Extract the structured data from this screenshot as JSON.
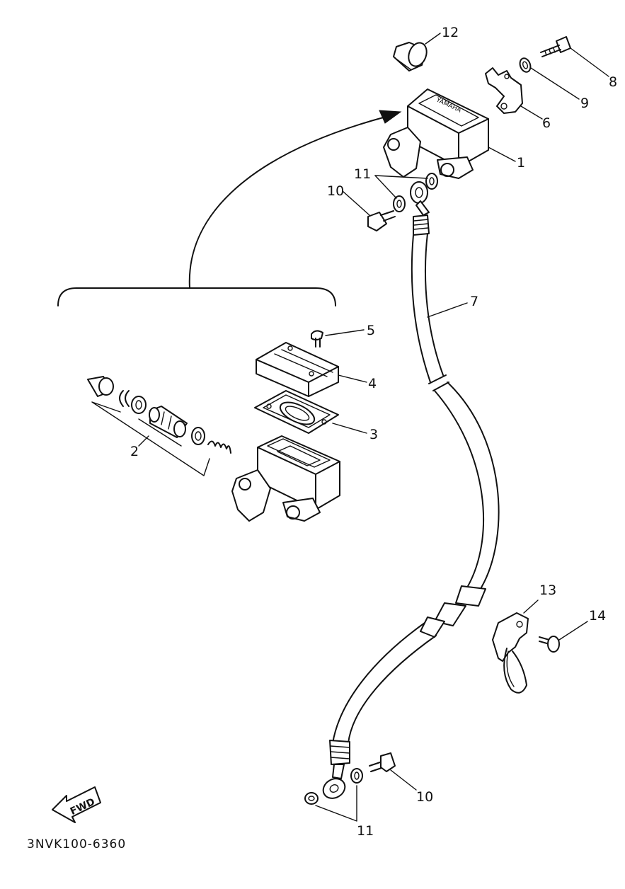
{
  "diagram": {
    "drawing_code": "3NVK100-6360",
    "fwd_label": "FWD",
    "callouts": {
      "p1": "1",
      "p2": "2",
      "p3": "3",
      "p4": "4",
      "p5": "5",
      "p6": "6",
      "p7": "7",
      "p8": "8",
      "p9": "9",
      "p10_top": "10",
      "p10_bottom": "10",
      "p11_top": "11",
      "p11_bottom": "11",
      "p12": "12",
      "p13": "13",
      "p14": "14"
    },
    "master_cylinder_lid_text": "YAMAHA"
  }
}
